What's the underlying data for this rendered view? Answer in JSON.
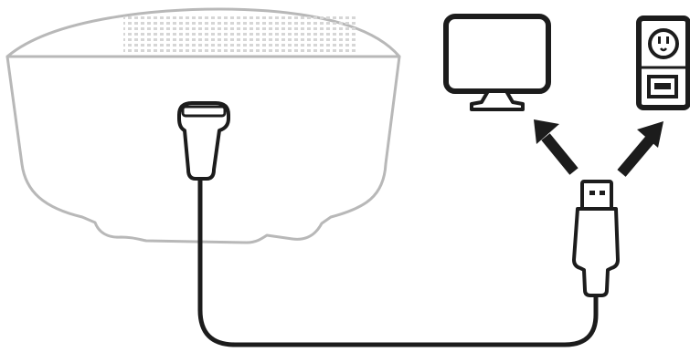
{
  "diagram": {
    "device": {
      "name": "speaker",
      "icon": "speaker-body-icon"
    },
    "cable": {
      "connector_device_end": "micro-usb-plug-icon",
      "connector_host_end": "usb-a-plug-icon"
    },
    "targets": [
      {
        "name": "computer",
        "icon": "monitor-icon"
      },
      {
        "name": "wall-adapter",
        "icon": "wall-outlet-usb-icon"
      }
    ],
    "colors": {
      "device_outline": "#b8b8b8",
      "device_fill": "#ffffff",
      "grille": "#d6d6d6",
      "line": "#1c1c1c",
      "background": "#ffffff"
    }
  }
}
